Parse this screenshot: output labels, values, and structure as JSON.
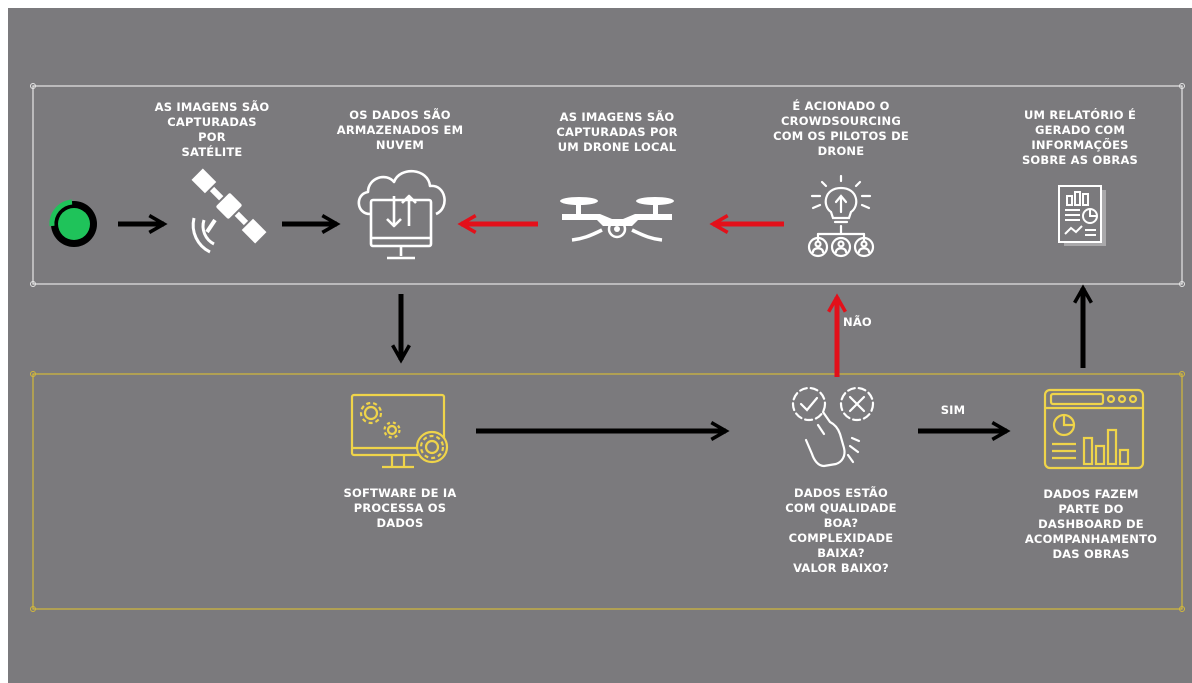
{
  "colors": {
    "background": "#7b7a7d",
    "top_frame": "#e6e6e6",
    "bottom_frame": "#d4b93a",
    "start_node": "#1fc35a",
    "black_arrow": "#000000",
    "red_arrow": "#e3101a",
    "icon_white": "#ffffff",
    "icon_yellow": "#efd44a"
  },
  "top_row": {
    "satellite": {
      "icon": "satellite-icon",
      "label": "AS IMAGENS SÃO\nCAPTURADAS POR\nSATÉLITE"
    },
    "cloud": {
      "icon": "cloud-computer-icon",
      "label": "OS DADOS SÃO\nARMAZENADOS EM\nNUVEM"
    },
    "drone": {
      "icon": "drone-icon",
      "label": "AS IMAGENS SÃO\nCAPTURADAS POR\nUM DRONE LOCAL"
    },
    "crowdsourcing": {
      "icon": "idea-people-icon",
      "label": "É ACIONADO O\nCROWDSOURCING\nCOM OS PILOTOS DE\nDRONE"
    },
    "report": {
      "icon": "report-icon",
      "label": "UM RELATÓRIO É\nGERADO COM\nINFORMAÇÕES\nSOBRE AS OBRAS"
    }
  },
  "bottom_row": {
    "software": {
      "icon": "ai-software-icon",
      "label": "SOFTWARE DE IA\nPROCESSA OS\nDADOS"
    },
    "decision": {
      "icon": "check-decision-icon",
      "label": "DADOS ESTÃO\nCOM QUALIDADE\nBOA?\nCOMPLEXIDADE\nBAIXA?\nVALOR BAIXO?"
    },
    "dashboard": {
      "icon": "dashboard-icon",
      "label": "DADOS FAZEM\nPARTE DO\nDASHBOARD DE\nACOMPANHAMENTO\nDAS OBRAS"
    }
  },
  "edges": {
    "no_label": "NÃO",
    "yes_label": "SIM"
  }
}
